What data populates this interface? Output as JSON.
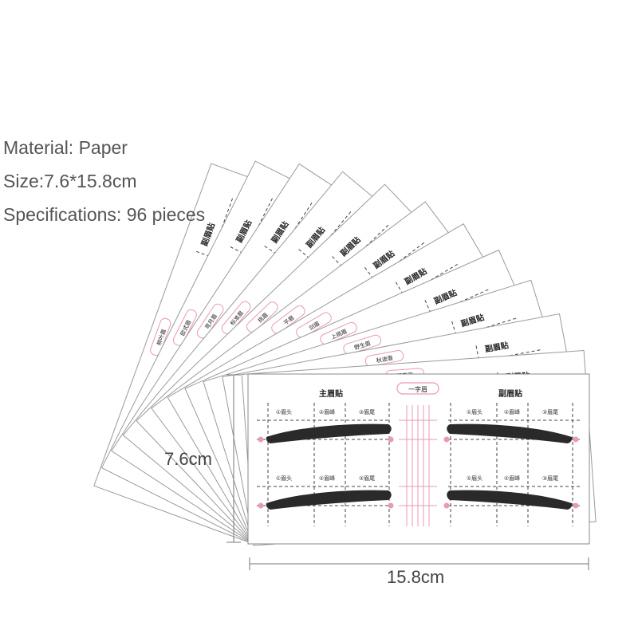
{
  "specs": {
    "material": "Material: Paper",
    "size": "Size:7.6*15.8cm",
    "count": "Specifications: 96 pieces"
  },
  "dimensions": {
    "height": "7.6cm",
    "width": "15.8cm"
  },
  "sheet": {
    "title_left": "主眉贴",
    "title_right": "副眉贴",
    "center_tag": "一字眉",
    "brow_labels": [
      "①眉头",
      "②眉峰",
      "③眉尾"
    ]
  },
  "fan_sheets": [
    {
      "title": "副眉贴",
      "tag": "柳叶眉"
    },
    {
      "title": "副眉贴",
      "tag": "欧式眉"
    },
    {
      "title": "副眉贴",
      "tag": "弯月眉"
    },
    {
      "title": "副眉贴",
      "tag": "标准眉"
    },
    {
      "title": "副眉贴",
      "tag": "挑眉"
    },
    {
      "title": "副眉贴",
      "tag": "平眉"
    },
    {
      "title": "副眉贴",
      "tag": "剑眉"
    },
    {
      "title": "副眉贴",
      "tag": "上挑眉"
    },
    {
      "title": "副眉贴",
      "tag": "野生眉"
    },
    {
      "title": "副眉贴",
      "tag": "秋波眉"
    },
    {
      "title": "副眉贴",
      "tag": "粗平眉"
    }
  ],
  "colors": {
    "accent_pink": "#e89ab8",
    "brow_fill": "#2a2a2a",
    "line": "#333333"
  }
}
